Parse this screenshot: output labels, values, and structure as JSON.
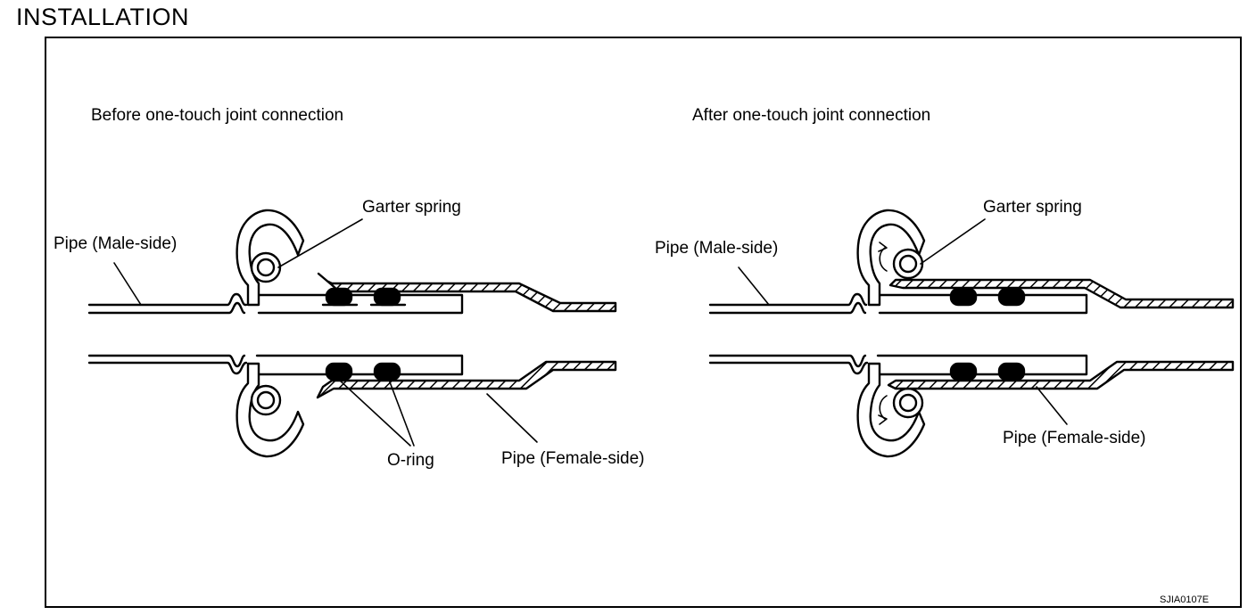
{
  "heading": "INSTALLATION",
  "before": {
    "caption": "Before one-touch joint connection",
    "male_label": "Pipe (Male-side)",
    "spring_label": "Garter spring",
    "oring_label": "O-ring",
    "female_label": "Pipe (Female-side)"
  },
  "after": {
    "caption": "After one-touch joint connection",
    "male_label": "Pipe (Male-side)",
    "spring_label": "Garter spring",
    "female_label": "Pipe (Female-side)"
  },
  "figure_code": "SJIA0107E"
}
